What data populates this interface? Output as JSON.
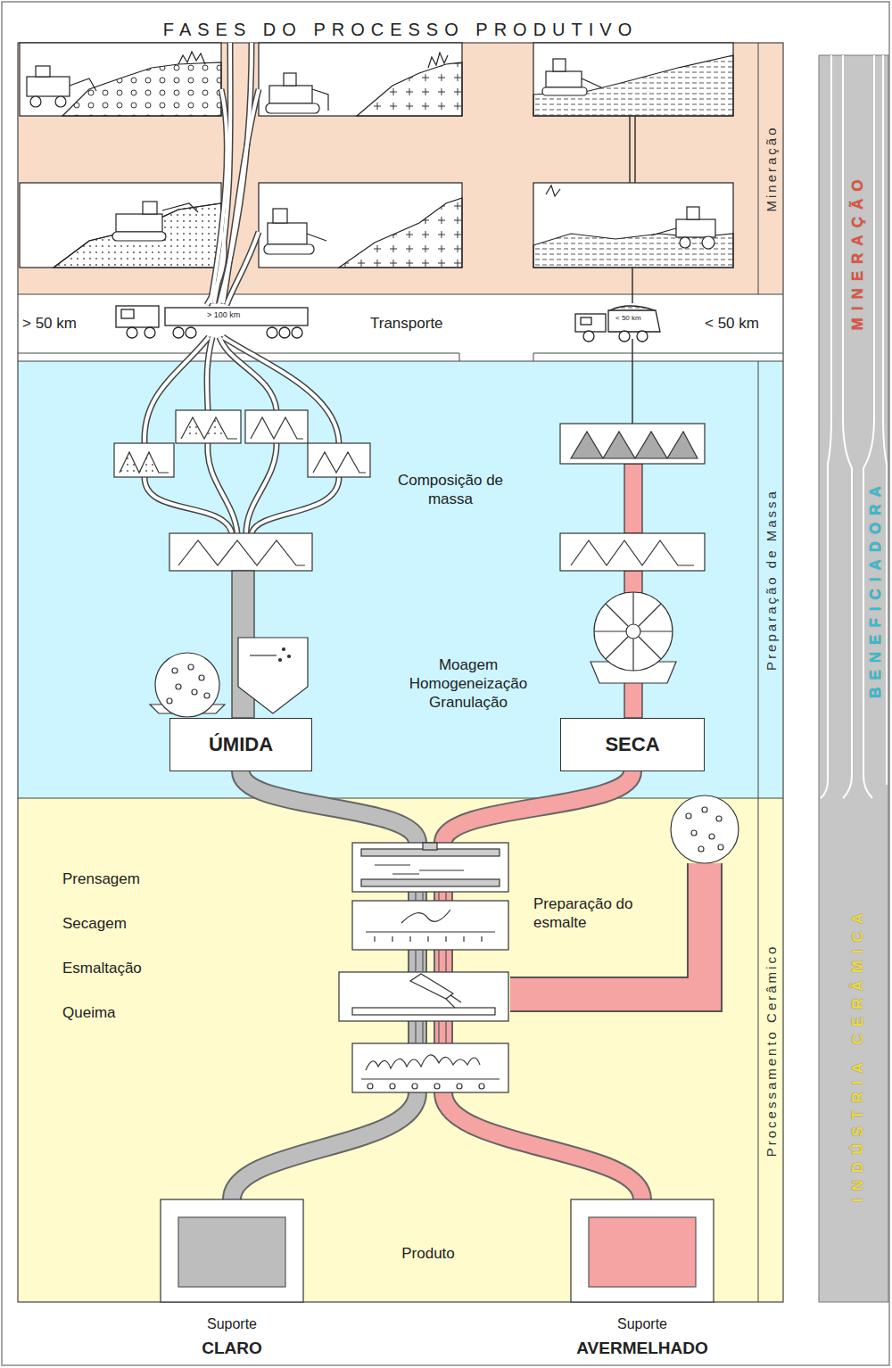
{
  "diagram": {
    "title": "FASES DO PROCESSO PRODUTIVO",
    "nodes": [
      {
        "text": [
          "Mineração"
        ]
      },
      {
        "text": [
          "Preparação de Massa"
        ]
      },
      {
        "text": [
          "ÚMIDA"
        ],
        "in": 1
      },
      {
        "text": [
          "SECA"
        ],
        "in": 1
      },
      {
        "text": [
          "Processamento Cerâmico"
        ]
      },
      {
        "text": [
          "Suporte",
          "CLARO"
        ],
        "in": 4
      },
      {
        "text": [
          "Suporte",
          "AVERMELHADO"
        ],
        "in": 4
      },
      {
        "text": [
          "MINERAÇÃO"
        ]
      },
      {
        "text": [
          "BENEFICIADORA"
        ]
      },
      {
        "text": [
          "INDÚSTRIA CERÂMICA"
        ]
      }
    ],
    "edges": [
      {
        "from": 2,
        "to": 5,
        "arrow": "none"
      },
      {
        "from": 3,
        "to": 6,
        "arrow": "none"
      }
    ],
    "labels": [
      "> 50 km",
      "> 100 km",
      "Transporte",
      "< 50 km",
      "< 50 km",
      "Composição de massa",
      "Moagem Homogeneização Granulação",
      "Prensagem",
      "Secagem",
      "Esmaltação",
      "Queima",
      "Preparação do esmalte",
      "Produto"
    ]
  }
}
